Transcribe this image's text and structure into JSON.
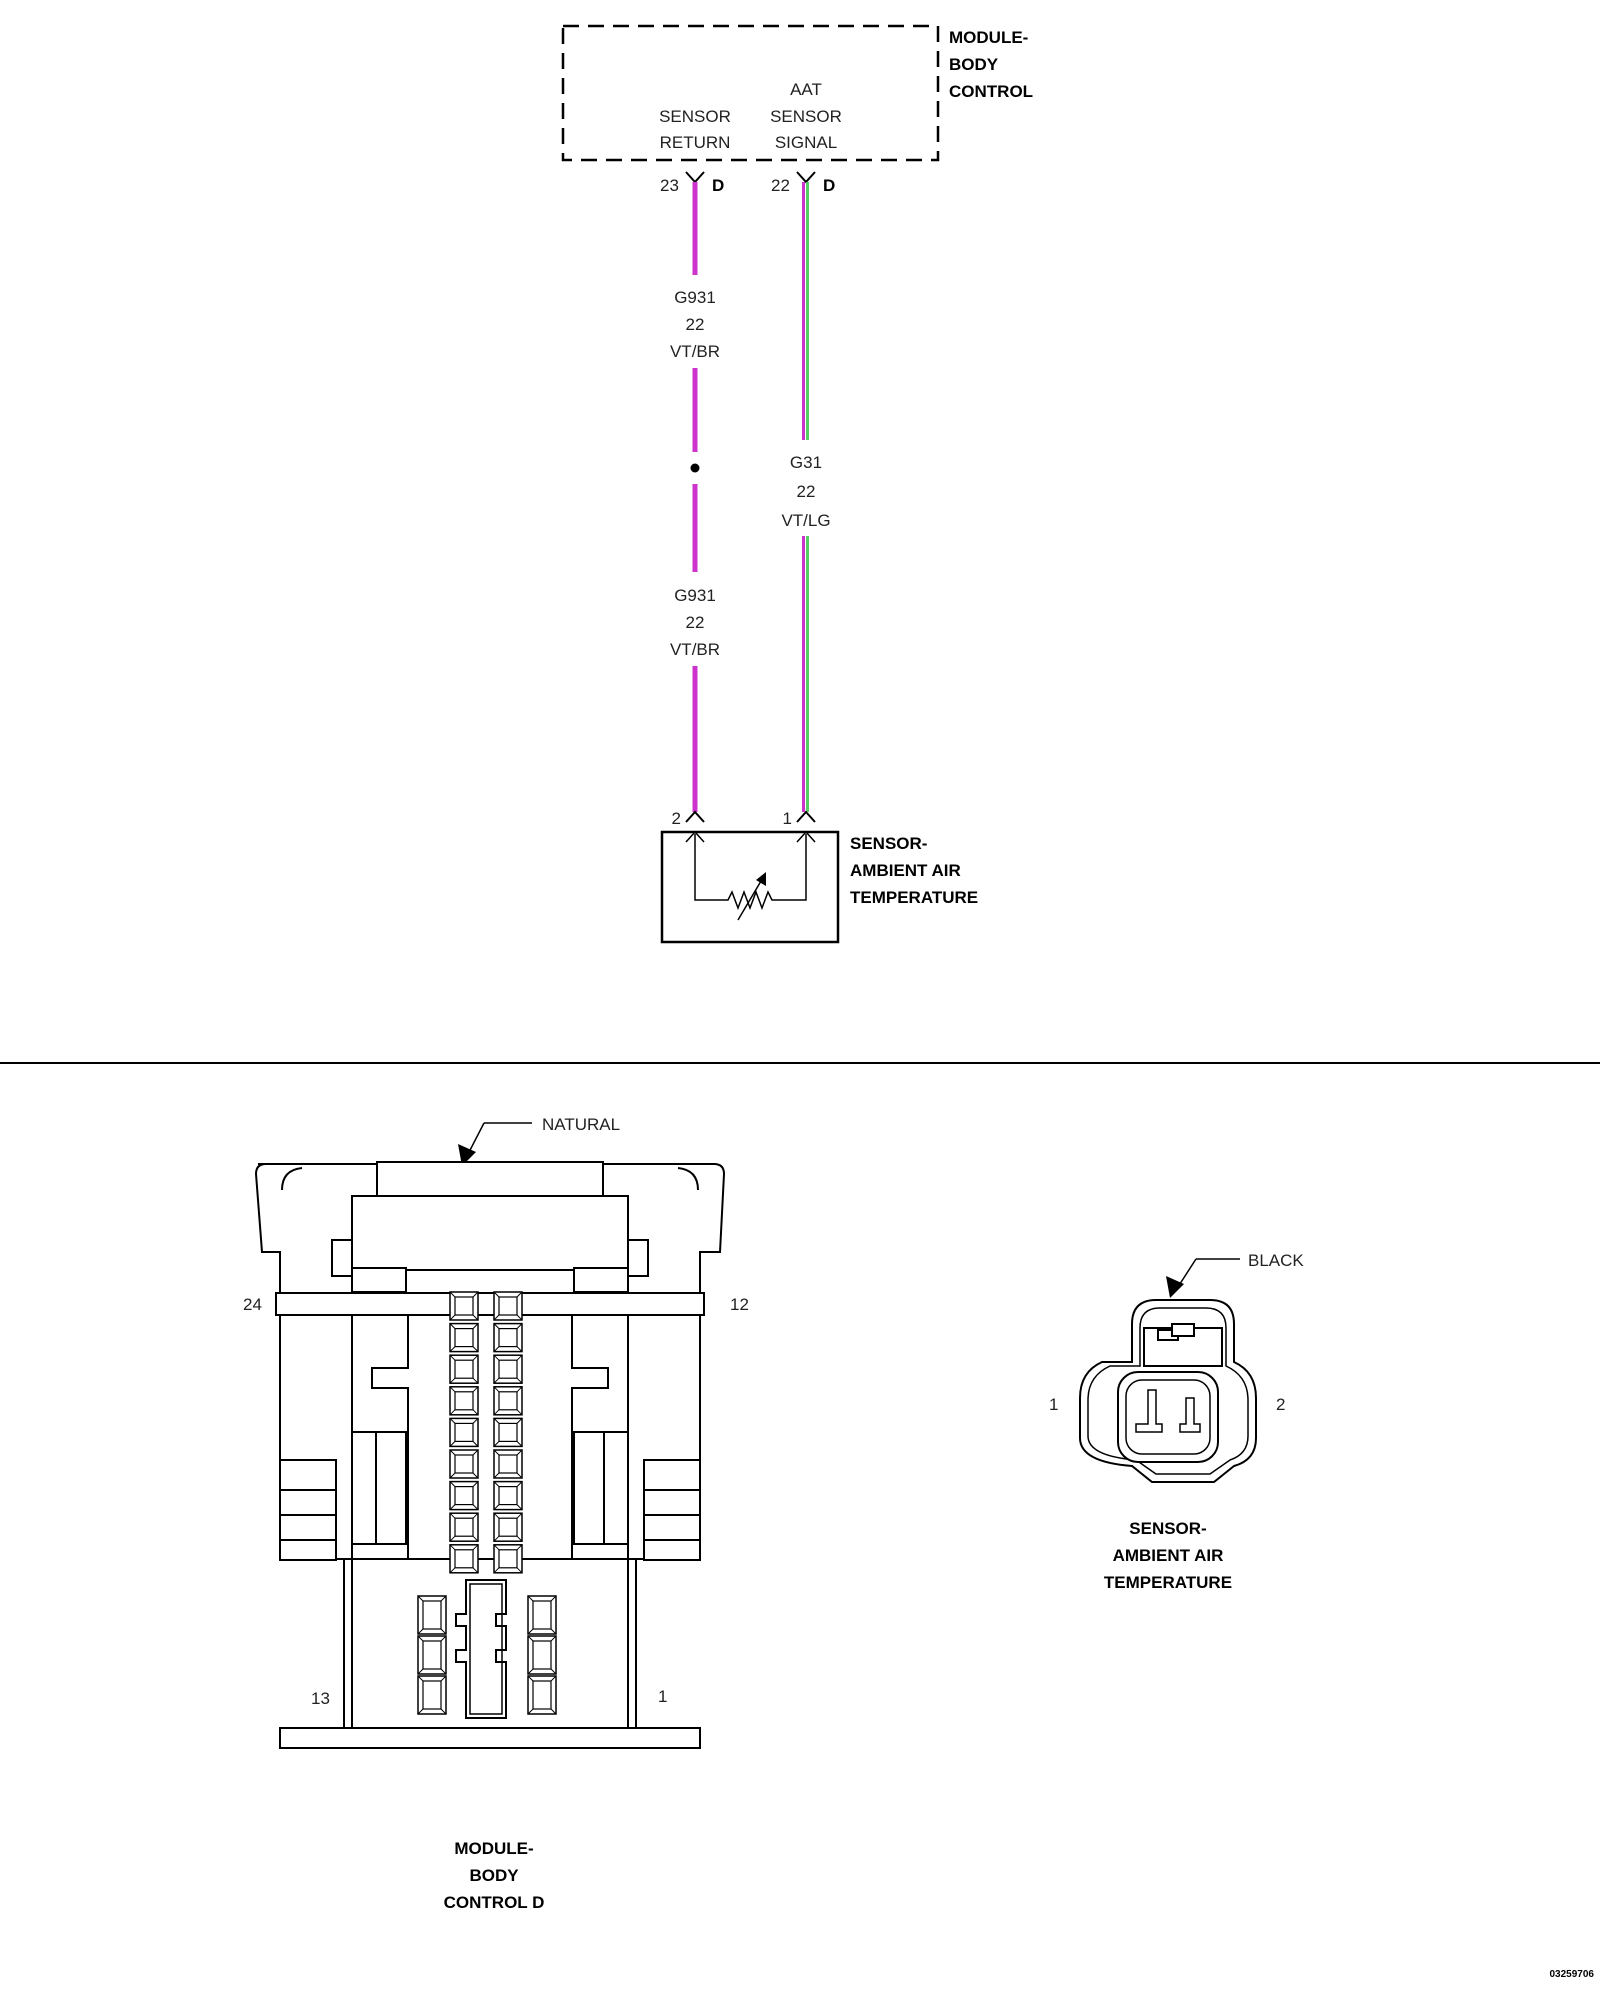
{
  "module": {
    "title": [
      "MODULE-",
      "BODY",
      "CONTROL"
    ],
    "sensor_return_label": [
      "SENSOR",
      "RETURN"
    ],
    "aat_signal_label": [
      "AAT",
      "SENSOR",
      "SIGNAL"
    ],
    "pin_return": "23",
    "pin_signal": "22",
    "connector_letter": "D"
  },
  "wires": {
    "return_upper": {
      "circuit": "G931",
      "gauge": "22",
      "color": "VT/BR"
    },
    "return_lower": {
      "circuit": "G931",
      "gauge": "22",
      "color": "VT/BR"
    },
    "signal": {
      "circuit": "G31",
      "gauge": "22",
      "color": "VT/LG"
    }
  },
  "wire_colors": {
    "violet": "#cc33cc",
    "light_green": "#55cc66"
  },
  "sensor": {
    "title": [
      "SENSOR-",
      "AMBIENT AIR",
      "TEMPERATURE"
    ],
    "pin_return": "2",
    "pin_signal": "1"
  },
  "bcm_connector": {
    "color_label": "NATURAL",
    "pin_24": "24",
    "pin_12": "12",
    "pin_13": "13",
    "pin_1": "1",
    "title": [
      "MODULE-",
      "BODY",
      "CONTROL D"
    ]
  },
  "aat_connector": {
    "color_label": "BLACK",
    "pin_1": "1",
    "pin_2": "2",
    "title": [
      "SENSOR-",
      "AMBIENT AIR",
      "TEMPERATURE"
    ]
  },
  "image_id": "03259706"
}
